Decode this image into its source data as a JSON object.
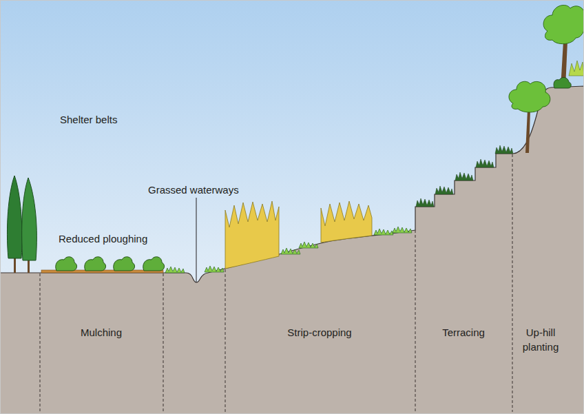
{
  "diagram": {
    "labels": [
      "Shelter belts",
      "Grassed waterways",
      "Reduced ploughing",
      "Mulching",
      "Strip-cropping",
      "Terracing",
      "Up-hill planting"
    ]
  }
}
